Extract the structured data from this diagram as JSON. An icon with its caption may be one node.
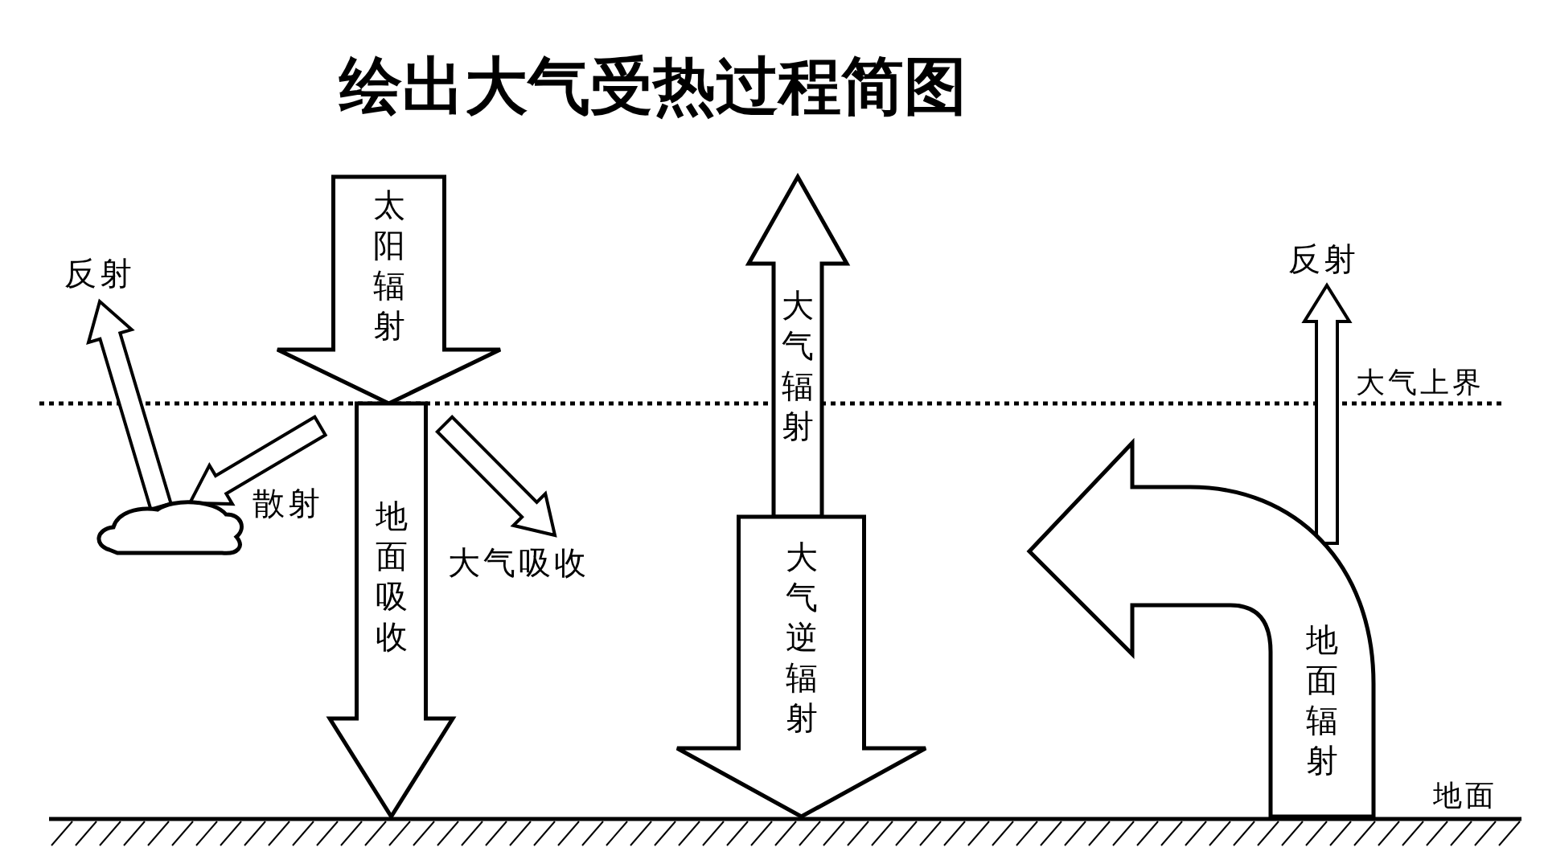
{
  "diagram": {
    "title": "绘出大气受热过程简图",
    "nodes": [
      {
        "text": [
          "太阳辐射"
        ]
      },
      {
        "text": [
          "地面吸收"
        ]
      },
      {
        "text": [
          "大气辐射"
        ]
      },
      {
        "text": [
          "大气逆辐射"
        ]
      },
      {
        "text": [
          "地面辐射"
        ]
      },
      {
        "text": [],
        "shape": "cloud"
      }
    ],
    "edges": [
      {
        "from": 5,
        "to": null,
        "arrow": "to",
        "label": "反射"
      },
      {
        "from": null,
        "to": 5,
        "arrow": "to",
        "label": "散射"
      },
      {
        "from": 0,
        "to": null,
        "arrow": "to",
        "label": "大气吸收"
      },
      {
        "from": 4,
        "to": null,
        "arrow": "to",
        "label": "反射"
      }
    ],
    "labels": [
      "大气上界",
      "地面"
    ]
  }
}
